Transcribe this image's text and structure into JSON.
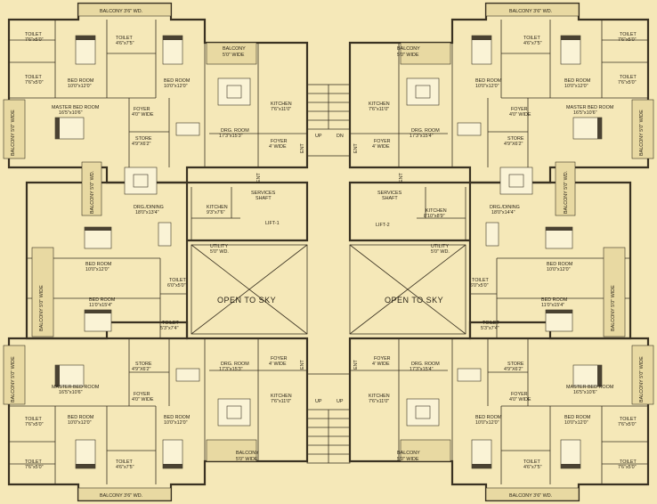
{
  "labels": {
    "balcony_3ft": "BALCONY 3'6\" WD.",
    "balcony_5ft_wide_a": "BALCONY",
    "balcony_5ft_wide_b": "5'0\" WIDE",
    "balcony_5ft_wd": "BALCONY 5'0\" WD.",
    "balcony_5ft_wide_vertical": "BALCONY 5'0\" WIDE",
    "toilet": "TOILET",
    "toilet_size_a": "7'6\"x5'0\"",
    "toilet_size_b": "4'6\"x7'5\"",
    "toilet_size_c": "6'0\"x5'0\"",
    "toilet_size_d": "5'3\"x7'4\"",
    "bedroom": "BED ROOM",
    "bedroom_size_a": "10'0\"x12'0\"",
    "bedroom_size_b": "11'0\"x15'4\"",
    "master_bedroom": "MASTER BED ROOM",
    "master_bedroom_size": "16'5\"x10'6\"",
    "foyer": "FOYER",
    "foyer_size_a": "4'0\" WIDE",
    "foyer_size_b": "4' WIDE",
    "store": "STORE",
    "store_size": "4'9\"X6'2\"",
    "drg_room": "DRG. ROOM",
    "drg_room_size_a": "17'3\"x15'3\"",
    "drg_room_size_b": "17'3\"x15'4\"",
    "kitchen": "KITCHEN",
    "kitchen_size_a": "7'6\"x11'0\"",
    "kitchen_size_b": "9'3\"x7'6\"",
    "kitchen_size_c": "8'10\"x8'9\"",
    "drg_dining": "DRG./DINING",
    "drg_dining_size_a": "18'0\"x13'4\"",
    "drg_dining_size_b": "18'0\"x14'4\"",
    "services_shaft_a": "SERVICES",
    "services_shaft_b": "SHAFT",
    "lift_1": "LIFT-1",
    "lift_2": "LIFT-2",
    "utility": "UTILITY",
    "utility_size": "5'0\" WD.",
    "open_to_sky": "OPEN TO SKY",
    "ent": "ENT",
    "up": "UP",
    "dn": "DN"
  }
}
